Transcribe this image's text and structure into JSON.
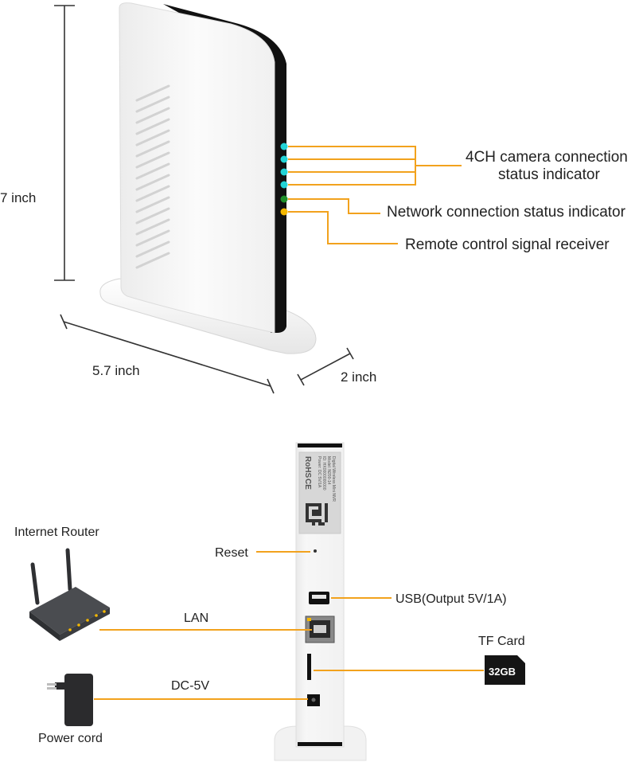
{
  "dimensions": {
    "height": "7 inch",
    "width": "5.7 inch",
    "depth": "2 inch"
  },
  "front_callouts": {
    "camera_status_line1": "4CH camera connection",
    "camera_status_line2": "status indicator",
    "network_status": "Network connection status indicator",
    "remote_receiver": "Remote control signal receiver"
  },
  "back_callouts": {
    "reset": "Reset",
    "usb": "USB(Output 5V/1A)",
    "tf_card": "TF Card",
    "lan": "LAN",
    "dc": "DC-5V"
  },
  "accessories": {
    "router": "Internet Router",
    "power": "Power cord",
    "sd_capacity": "32GB"
  },
  "device_label": {
    "line1": "Digital Wireless Mini NVR",
    "line2": "Model: N200-14",
    "line3": "ID: HX0000000000",
    "line4": "Power: DC 5V/1A",
    "rohs": "RoHS",
    "ce": "CE"
  },
  "colors": {
    "leader_line": "#f2a21d",
    "led_camera": "#22d3d6",
    "led_network": "#1f8f2a",
    "led_remote": "#f5b800",
    "device_body": "#f6f6f6",
    "device_bezel": "#111111"
  },
  "icons": [
    "router-icon",
    "power-adapter-icon",
    "sd-card-icon",
    "qr-code-icon"
  ]
}
